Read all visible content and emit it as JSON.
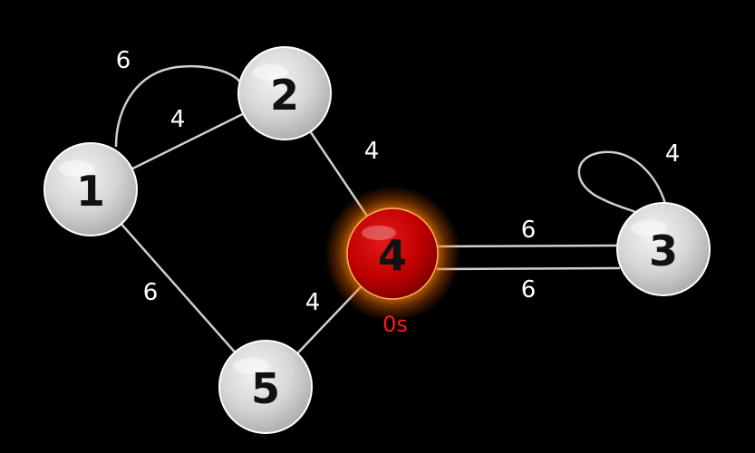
{
  "graph": {
    "nodes": [
      {
        "id": "1",
        "label": "1",
        "state": "normal"
      },
      {
        "id": "2",
        "label": "2",
        "state": "normal"
      },
      {
        "id": "3",
        "label": "3",
        "state": "normal"
      },
      {
        "id": "4",
        "label": "4",
        "state": "active",
        "timer": "0s"
      },
      {
        "id": "5",
        "label": "5",
        "state": "normal"
      }
    ],
    "edges": [
      {
        "id": "1-2-loop",
        "from": "1",
        "to": "2",
        "weight": "6"
      },
      {
        "id": "1-2",
        "from": "1",
        "to": "2",
        "weight": "4"
      },
      {
        "id": "2-4",
        "from": "2",
        "to": "4",
        "weight": "4"
      },
      {
        "id": "1-5",
        "from": "1",
        "to": "5",
        "weight": "6"
      },
      {
        "id": "5-4",
        "from": "5",
        "to": "4",
        "weight": "4"
      },
      {
        "id": "4-3-upper",
        "from": "4",
        "to": "3",
        "weight": "6"
      },
      {
        "id": "4-3-lower",
        "from": "4",
        "to": "3",
        "weight": "6"
      },
      {
        "id": "3-3",
        "from": "3",
        "to": "3",
        "weight": "4"
      }
    ]
  },
  "colors": {
    "background": "#000000",
    "node_fill": "#d3d3d3",
    "node_text": "#111111",
    "active_fill": "#c00000",
    "active_glow": "#ff8c00",
    "edge": "#cfcfcf",
    "weight_text": "#ffffff",
    "timer_text": "#ff1a1a"
  }
}
